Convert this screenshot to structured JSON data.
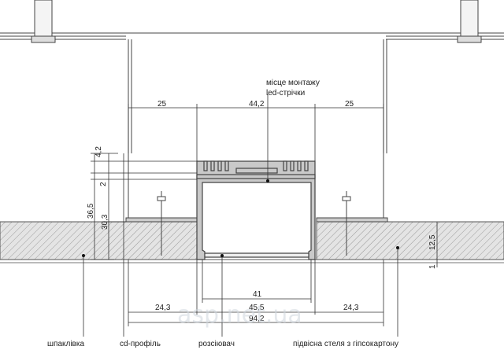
{
  "title_lines": [
    "місце монтажу",
    "led-стрічки"
  ],
  "dimensions": {
    "top_left": "25",
    "top_center": "44,2",
    "top_right": "25",
    "v_4_2": "4,2",
    "v_2": "2",
    "v_36_5": "36,5",
    "v_30_3": "30,3",
    "v_12_5": "12,5",
    "v_1": "1",
    "inner_41": "41",
    "bottom_left": "24,3",
    "bottom_center": "45,5",
    "bottom_right": "24,3",
    "bottom_total": "94,2"
  },
  "labels": {
    "putty": "шпаклівка",
    "cd_profile": "cd-профіль",
    "diffuser": "розсіювач",
    "ceiling": "підвісна стеля з гіпсокартону"
  },
  "watermark": "asp.net.ua",
  "colors": {
    "line": "#444444",
    "fill_dark": "#d0d0d0",
    "hatch": "#8a8a8a"
  }
}
